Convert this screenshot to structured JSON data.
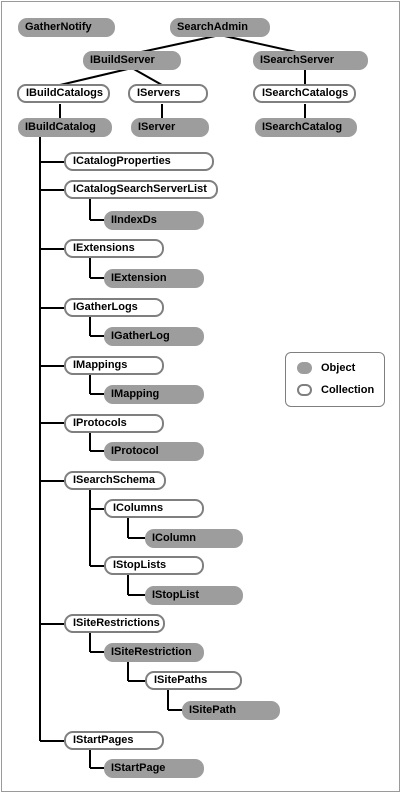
{
  "colors": {
    "object_fill": "#9d9d9d",
    "collection_border": "#7f7f7f",
    "line": "#000000"
  },
  "nodes": {
    "gathernotify": "GatherNotify",
    "searchadmin": "SearchAdmin",
    "ibuildserver": "IBuildServer",
    "isearchserver": "ISearchServer",
    "ibuildcatalogs": "IBuildCatalogs",
    "iservers": "IServers",
    "isearchcatalogs": "ISearchCatalogs",
    "ibuildcatalog": "IBuildCatalog",
    "iserver": "IServer",
    "isearchcatalog": "ISearchCatalog",
    "icatalogproperties": "ICatalogProperties",
    "icatalogsearchserverlist": "ICatalogSearchServerList",
    "iindexds": "IIndexDs",
    "iextensions": "IExtensions",
    "iextension": "IExtension",
    "igatherlogs": "IGatherLogs",
    "igatherlog": "IGatherLog",
    "imappings": "IMappings",
    "imapping": "IMapping",
    "iprotocols": "IProtocols",
    "iprotocol": "IProtocol",
    "isearchschema": "ISearchSchema",
    "icolumns": "IColumns",
    "icolumn": "IColumn",
    "istoplists": "IStopLists",
    "istoplist": "IStopList",
    "isiterestrictions": "ISiteRestrictions",
    "isiterestriction": "ISiteRestriction",
    "isitepaths": "ISitePaths",
    "isitepath": "ISitePath",
    "istartpages": "IStartPages",
    "istartpage": "IStartPage"
  },
  "legend": {
    "object_label": "Object",
    "collection_label": "Collection"
  }
}
